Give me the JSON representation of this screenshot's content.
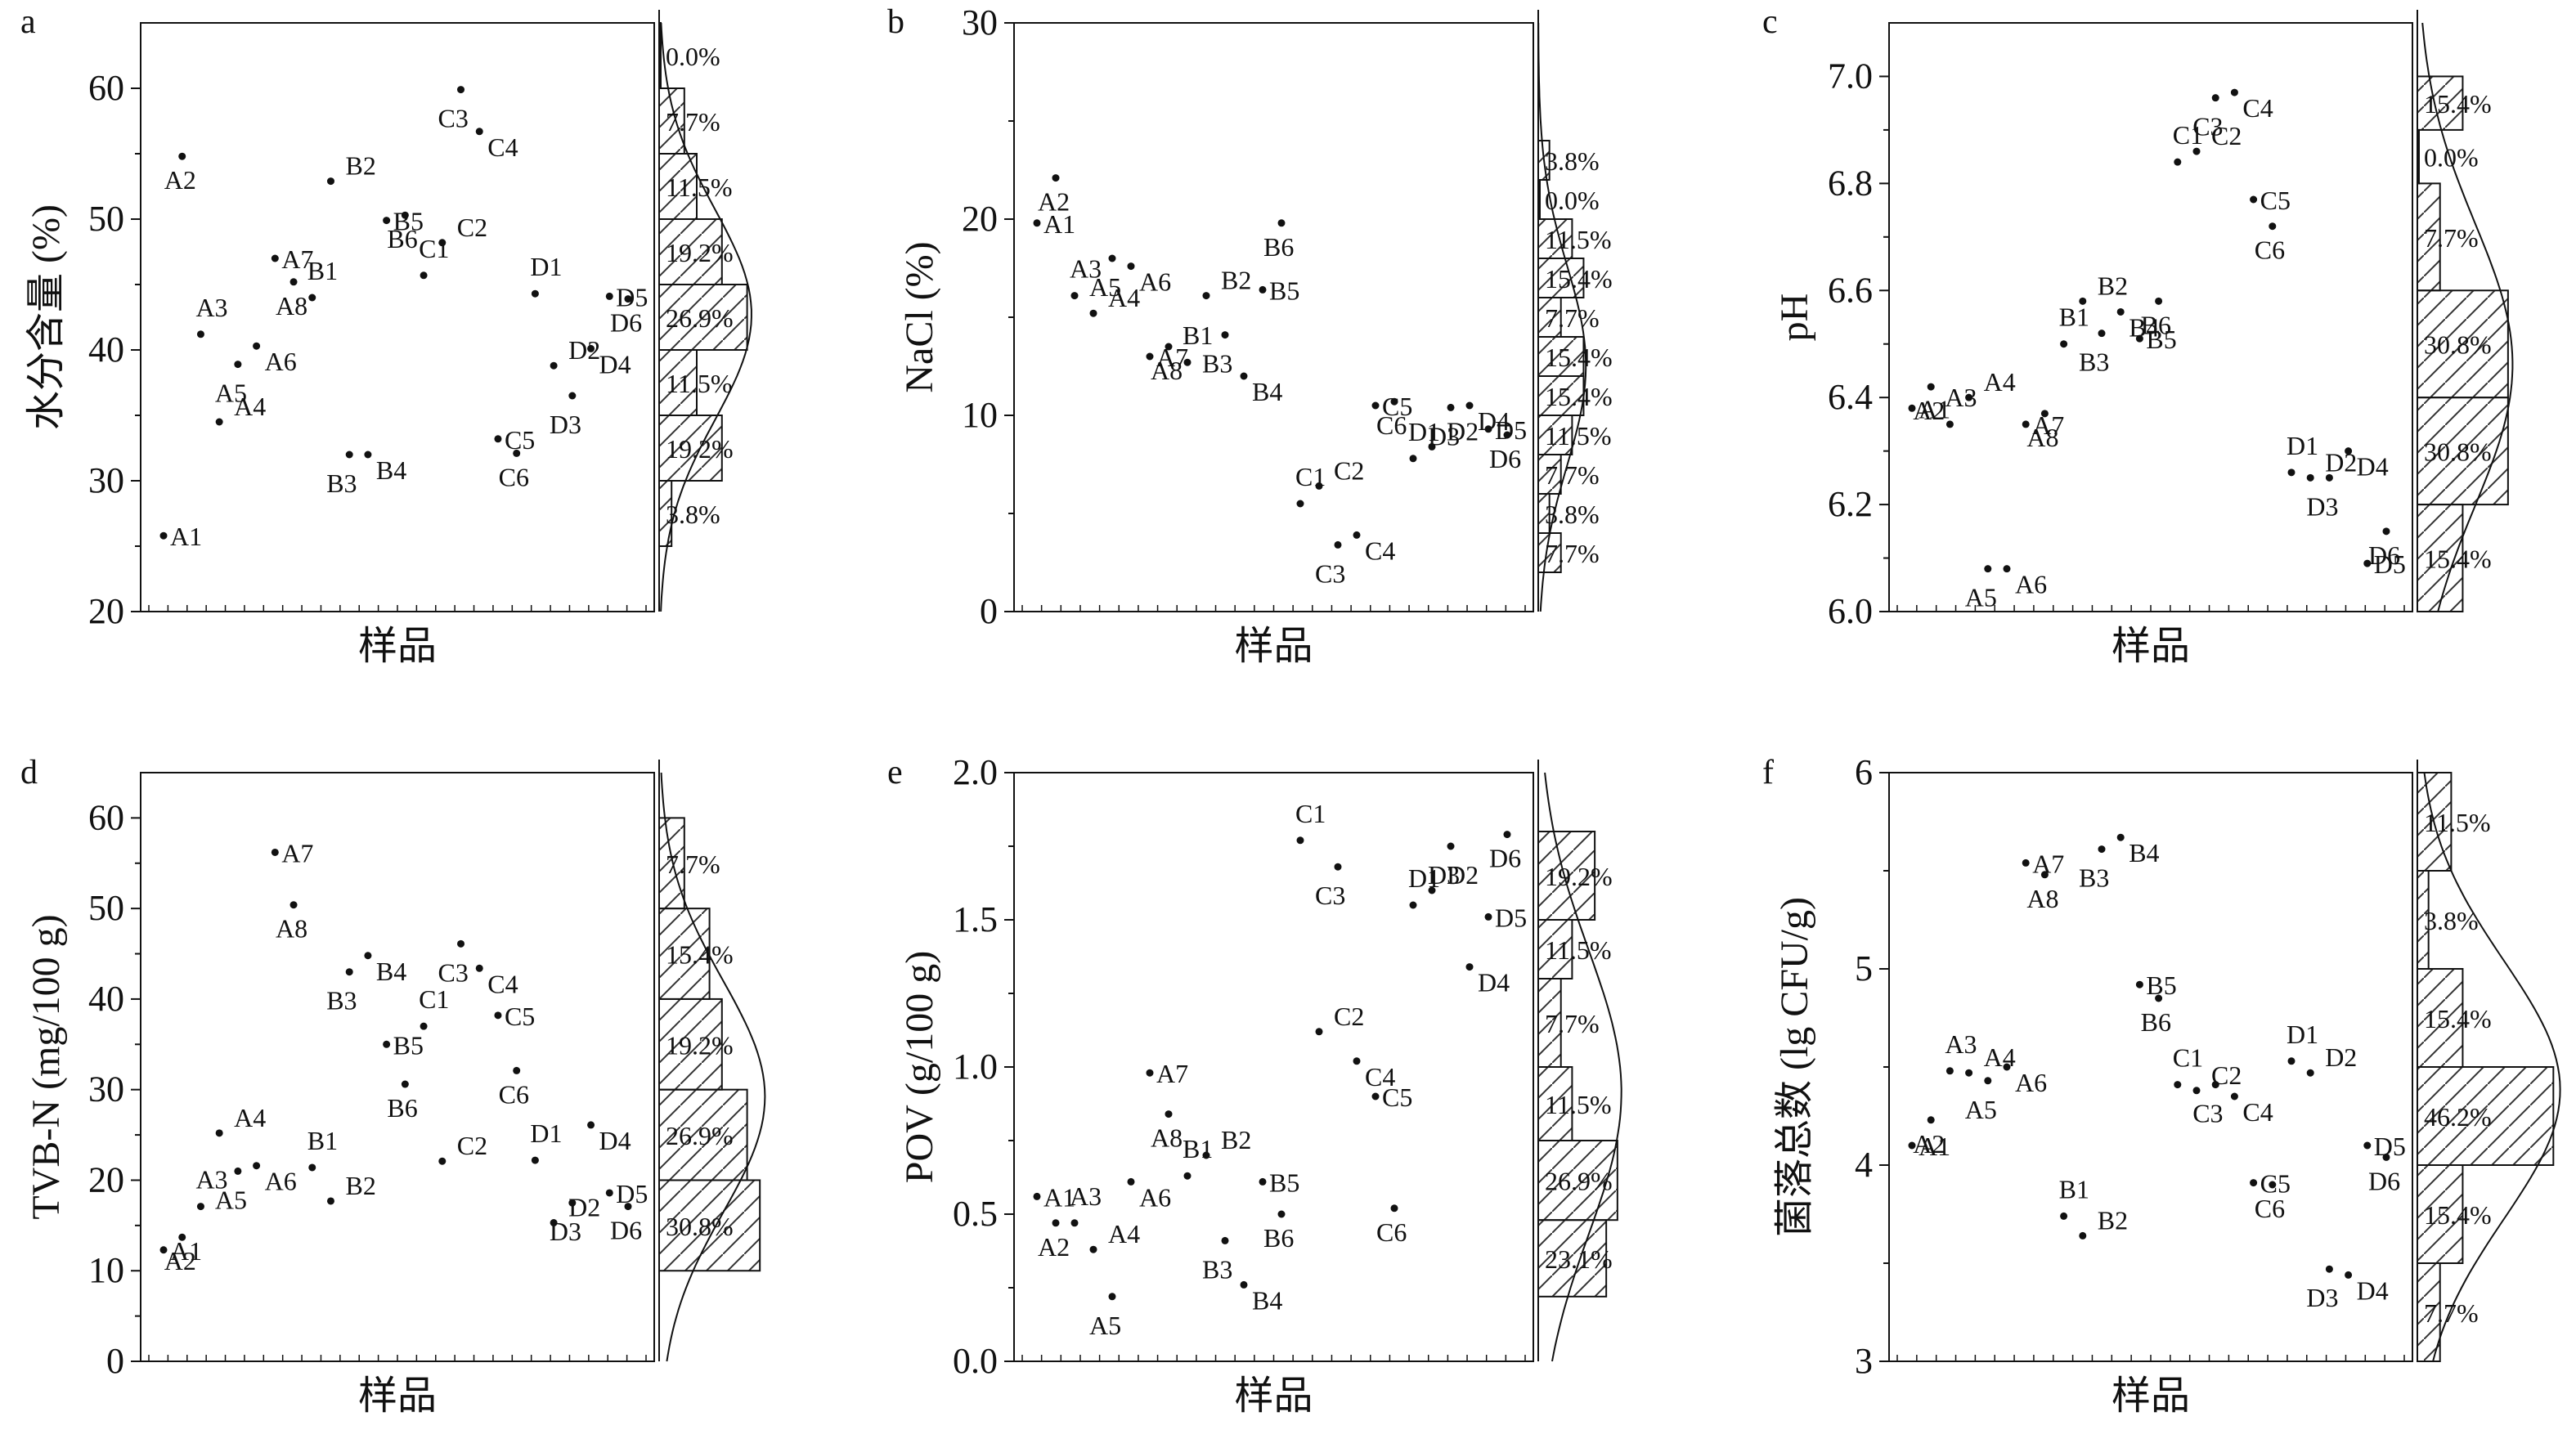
{
  "hatch_color": "#333333",
  "ink_color": "#111111",
  "chart_data": [
    {
      "type": "scatter",
      "panel_letter": "a",
      "xlabel": "样品",
      "ylabel": "水分含量 (%)",
      "ylim": [
        20,
        65
      ],
      "yticks": [
        "20",
        "30",
        "40",
        "50",
        "60"
      ],
      "points": [
        {
          "label": "A1",
          "x": 1,
          "y": 25.8
        },
        {
          "label": "A2",
          "x": 2,
          "y": 54.8
        },
        {
          "label": "A3",
          "x": 3,
          "y": 41.2
        },
        {
          "label": "A4",
          "x": 4,
          "y": 34.5
        },
        {
          "label": "A5",
          "x": 5,
          "y": 38.9
        },
        {
          "label": "A6",
          "x": 6,
          "y": 40.3
        },
        {
          "label": "A7",
          "x": 7,
          "y": 47.0
        },
        {
          "label": "A8",
          "x": 8,
          "y": 45.2
        },
        {
          "label": "B1",
          "x": 9,
          "y": 44.0
        },
        {
          "label": "B2",
          "x": 10,
          "y": 52.9
        },
        {
          "label": "B3",
          "x": 11,
          "y": 32.0
        },
        {
          "label": "B4",
          "x": 12,
          "y": 32.0
        },
        {
          "label": "B5",
          "x": 13,
          "y": 49.9
        },
        {
          "label": "B6",
          "x": 14,
          "y": 50.3
        },
        {
          "label": "C1",
          "x": 15,
          "y": 45.7
        },
        {
          "label": "C2",
          "x": 16,
          "y": 48.2
        },
        {
          "label": "C3",
          "x": 17,
          "y": 59.9
        },
        {
          "label": "C4",
          "x": 18,
          "y": 56.7
        },
        {
          "label": "C5",
          "x": 19,
          "y": 33.2
        },
        {
          "label": "C6",
          "x": 20,
          "y": 32.1
        },
        {
          "label": "D1",
          "x": 21,
          "y": 44.3
        },
        {
          "label": "D2",
          "x": 22,
          "y": 38.8
        },
        {
          "label": "D3",
          "x": 23,
          "y": 36.5
        },
        {
          "label": "D4",
          "x": 24,
          "y": 40.1
        },
        {
          "label": "D5",
          "x": 25,
          "y": 44.1
        },
        {
          "label": "D6",
          "x": 26,
          "y": 43.9
        }
      ],
      "histogram": [
        {
          "range": [
            60,
            65
          ],
          "pct": "0.0%"
        },
        {
          "range": [
            55,
            60
          ],
          "pct": "7.7%"
        },
        {
          "range": [
            50,
            55
          ],
          "pct": "11.5%"
        },
        {
          "range": [
            45,
            50
          ],
          "pct": "19.2%"
        },
        {
          "range": [
            40,
            45
          ],
          "pct": "26.9%"
        },
        {
          "range": [
            35,
            40
          ],
          "pct": "11.5%"
        },
        {
          "range": [
            30,
            35
          ],
          "pct": "19.2%"
        },
        {
          "range": [
            25,
            30
          ],
          "pct": "3.8%"
        }
      ]
    },
    {
      "type": "scatter",
      "panel_letter": "b",
      "xlabel": "样品",
      "ylabel": "NaCl (%)",
      "ylim": [
        0,
        30
      ],
      "yticks": [
        "0",
        "10",
        "20",
        "30"
      ],
      "points": [
        {
          "label": "A1",
          "x": 1,
          "y": 19.8
        },
        {
          "label": "A2",
          "x": 2,
          "y": 22.1
        },
        {
          "label": "A3",
          "x": 3,
          "y": 16.1
        },
        {
          "label": "A4",
          "x": 4,
          "y": 15.2
        },
        {
          "label": "A5",
          "x": 5,
          "y": 18.0
        },
        {
          "label": "A6",
          "x": 6,
          "y": 17.6
        },
        {
          "label": "A7",
          "x": 7,
          "y": 13.0
        },
        {
          "label": "A8",
          "x": 8,
          "y": 13.5
        },
        {
          "label": "B1",
          "x": 9,
          "y": 12.7
        },
        {
          "label": "B2",
          "x": 10,
          "y": 16.1
        },
        {
          "label": "B3",
          "x": 11,
          "y": 14.1
        },
        {
          "label": "B4",
          "x": 12,
          "y": 12.0
        },
        {
          "label": "B5",
          "x": 13,
          "y": 16.4
        },
        {
          "label": "B6",
          "x": 14,
          "y": 19.8
        },
        {
          "label": "C1",
          "x": 15,
          "y": 5.5
        },
        {
          "label": "C2",
          "x": 16,
          "y": 6.4
        },
        {
          "label": "C3",
          "x": 17,
          "y": 3.4
        },
        {
          "label": "C4",
          "x": 18,
          "y": 3.9
        },
        {
          "label": "C5",
          "x": 19,
          "y": 10.5
        },
        {
          "label": "C6",
          "x": 20,
          "y": 10.7
        },
        {
          "label": "D1",
          "x": 21,
          "y": 7.8
        },
        {
          "label": "D2",
          "x": 22,
          "y": 8.4
        },
        {
          "label": "D3",
          "x": 23,
          "y": 10.4
        },
        {
          "label": "D4",
          "x": 24,
          "y": 10.5
        },
        {
          "label": "D5",
          "x": 25,
          "y": 9.3
        },
        {
          "label": "D6",
          "x": 26,
          "y": 9.0
        }
      ],
      "histogram": [
        {
          "range": [
            22,
            24
          ],
          "pct": "3.8%"
        },
        {
          "range": [
            20,
            22
          ],
          "pct": "0.0%"
        },
        {
          "range": [
            18,
            20
          ],
          "pct": "11.5%"
        },
        {
          "range": [
            16,
            18
          ],
          "pct": "15.4%"
        },
        {
          "range": [
            14,
            16
          ],
          "pct": "7.7%"
        },
        {
          "range": [
            12,
            14
          ],
          "pct": "15.4%"
        },
        {
          "range": [
            10,
            12
          ],
          "pct": "15.4%"
        },
        {
          "range": [
            8,
            10
          ],
          "pct": "11.5%"
        },
        {
          "range": [
            6,
            8
          ],
          "pct": "7.7%"
        },
        {
          "range": [
            4,
            6
          ],
          "pct": "3.8%"
        },
        {
          "range": [
            2,
            4
          ],
          "pct": "7.7%"
        }
      ]
    },
    {
      "type": "scatter",
      "panel_letter": "c",
      "xlabel": "样品",
      "ylabel": "pH",
      "ylim": [
        6.0,
        7.1
      ],
      "yticks": [
        "6.0",
        "6.2",
        "6.4",
        "6.6",
        "6.8",
        "7.0"
      ],
      "points": [
        {
          "label": "A1",
          "x": 1,
          "y": 6.38
        },
        {
          "label": "A2",
          "x": 2,
          "y": 6.42
        },
        {
          "label": "A3",
          "x": 3,
          "y": 6.35
        },
        {
          "label": "A4",
          "x": 4,
          "y": 6.4
        },
        {
          "label": "A5",
          "x": 5,
          "y": 6.08
        },
        {
          "label": "A6",
          "x": 6,
          "y": 6.08
        },
        {
          "label": "A7",
          "x": 7,
          "y": 6.35
        },
        {
          "label": "A8",
          "x": 8,
          "y": 6.37
        },
        {
          "label": "B1",
          "x": 9,
          "y": 6.5
        },
        {
          "label": "B2",
          "x": 10,
          "y": 6.58
        },
        {
          "label": "B3",
          "x": 11,
          "y": 6.52
        },
        {
          "label": "B4",
          "x": 12,
          "y": 6.56
        },
        {
          "label": "B5",
          "x": 13,
          "y": 6.51
        },
        {
          "label": "B6",
          "x": 14,
          "y": 6.58
        },
        {
          "label": "C1",
          "x": 15,
          "y": 6.84
        },
        {
          "label": "C2",
          "x": 16,
          "y": 6.86
        },
        {
          "label": "C3",
          "x": 17,
          "y": 6.96
        },
        {
          "label": "C4",
          "x": 18,
          "y": 6.97
        },
        {
          "label": "C5",
          "x": 19,
          "y": 6.77
        },
        {
          "label": "C6",
          "x": 20,
          "y": 6.72
        },
        {
          "label": "D1",
          "x": 21,
          "y": 6.26
        },
        {
          "label": "D2",
          "x": 22,
          "y": 6.25
        },
        {
          "label": "D3",
          "x": 23,
          "y": 6.25
        },
        {
          "label": "D4",
          "x": 24,
          "y": 6.3
        },
        {
          "label": "D5",
          "x": 25,
          "y": 6.09
        },
        {
          "label": "D6",
          "x": 26,
          "y": 6.15
        }
      ],
      "histogram": [
        {
          "range": [
            6.9,
            7.0
          ],
          "pct": "15.4%"
        },
        {
          "range": [
            6.8,
            6.9
          ],
          "pct": "0.0%"
        },
        {
          "range": [
            6.6,
            6.8
          ],
          "pct": "7.7%"
        },
        {
          "range": [
            6.4,
            6.6
          ],
          "pct": "30.8%"
        },
        {
          "range": [
            6.2,
            6.4
          ],
          "pct": "30.8%"
        },
        {
          "range": [
            6.0,
            6.2
          ],
          "pct": "15.4%"
        }
      ]
    },
    {
      "type": "scatter",
      "panel_letter": "d",
      "xlabel": "样品",
      "ylabel": "TVB-N (mg/100 g)",
      "ylim": [
        0,
        65
      ],
      "yticks": [
        "0",
        "10",
        "20",
        "30",
        "40",
        "50",
        "60"
      ],
      "points": [
        {
          "label": "A1",
          "x": 1,
          "y": 12.3
        },
        {
          "label": "A2",
          "x": 2,
          "y": 13.7
        },
        {
          "label": "A3",
          "x": 3,
          "y": 17.1
        },
        {
          "label": "A4",
          "x": 4,
          "y": 25.2
        },
        {
          "label": "A5",
          "x": 5,
          "y": 21.0
        },
        {
          "label": "A6",
          "x": 6,
          "y": 21.6
        },
        {
          "label": "A7",
          "x": 7,
          "y": 56.2
        },
        {
          "label": "A8",
          "x": 8,
          "y": 50.4
        },
        {
          "label": "B1",
          "x": 9,
          "y": 21.4
        },
        {
          "label": "B2",
          "x": 10,
          "y": 17.7
        },
        {
          "label": "B3",
          "x": 11,
          "y": 43.0
        },
        {
          "label": "B4",
          "x": 12,
          "y": 44.8
        },
        {
          "label": "B5",
          "x": 13,
          "y": 35.0
        },
        {
          "label": "B6",
          "x": 14,
          "y": 30.6
        },
        {
          "label": "C1",
          "x": 15,
          "y": 37.0
        },
        {
          "label": "C2",
          "x": 16,
          "y": 22.1
        },
        {
          "label": "C3",
          "x": 17,
          "y": 46.1
        },
        {
          "label": "C4",
          "x": 18,
          "y": 43.4
        },
        {
          "label": "C5",
          "x": 19,
          "y": 38.2
        },
        {
          "label": "C6",
          "x": 20,
          "y": 32.1
        },
        {
          "label": "D1",
          "x": 21,
          "y": 22.2
        },
        {
          "label": "D2",
          "x": 22,
          "y": 15.3
        },
        {
          "label": "D3",
          "x": 23,
          "y": 17.5
        },
        {
          "label": "D4",
          "x": 24,
          "y": 26.1
        },
        {
          "label": "D5",
          "x": 25,
          "y": 18.6
        },
        {
          "label": "D6",
          "x": 26,
          "y": 17.1
        }
      ],
      "histogram": [
        {
          "range": [
            50,
            60
          ],
          "pct": "7.7%"
        },
        {
          "range": [
            40,
            50
          ],
          "pct": "15.4%"
        },
        {
          "range": [
            30,
            40
          ],
          "pct": "19.2%"
        },
        {
          "range": [
            20,
            30
          ],
          "pct": "26.9%"
        },
        {
          "range": [
            10,
            20
          ],
          "pct": "30.8%"
        }
      ]
    },
    {
      "type": "scatter",
      "panel_letter": "e",
      "xlabel": "样品",
      "ylabel": "POV (g/100 g)",
      "ylim": [
        0,
        2.0
      ],
      "yticks": [
        "0.0",
        "0.5",
        "1.0",
        "1.5",
        "2.0"
      ],
      "points": [
        {
          "label": "A1",
          "x": 1,
          "y": 0.56
        },
        {
          "label": "A2",
          "x": 2,
          "y": 0.47
        },
        {
          "label": "A3",
          "x": 3,
          "y": 0.47
        },
        {
          "label": "A4",
          "x": 4,
          "y": 0.38
        },
        {
          "label": "A5",
          "x": 5,
          "y": 0.22
        },
        {
          "label": "A6",
          "x": 6,
          "y": 0.61
        },
        {
          "label": "A7",
          "x": 7,
          "y": 0.98
        },
        {
          "label": "A8",
          "x": 8,
          "y": 0.84
        },
        {
          "label": "B1",
          "x": 9,
          "y": 0.63
        },
        {
          "label": "B2",
          "x": 10,
          "y": 0.7
        },
        {
          "label": "B3",
          "x": 11,
          "y": 0.41
        },
        {
          "label": "B4",
          "x": 12,
          "y": 0.26
        },
        {
          "label": "B5",
          "x": 13,
          "y": 0.61
        },
        {
          "label": "B6",
          "x": 14,
          "y": 0.5
        },
        {
          "label": "C1",
          "x": 15,
          "y": 1.77
        },
        {
          "label": "C2",
          "x": 16,
          "y": 1.12
        },
        {
          "label": "C3",
          "x": 17,
          "y": 1.68
        },
        {
          "label": "C4",
          "x": 18,
          "y": 1.02
        },
        {
          "label": "C5",
          "x": 19,
          "y": 0.9
        },
        {
          "label": "C6",
          "x": 20,
          "y": 0.52
        },
        {
          "label": "D1",
          "x": 21,
          "y": 1.55
        },
        {
          "label": "D2",
          "x": 22,
          "y": 1.6
        },
        {
          "label": "D3",
          "x": 23,
          "y": 1.75
        },
        {
          "label": "D4",
          "x": 24,
          "y": 1.34
        },
        {
          "label": "D5",
          "x": 25,
          "y": 1.51
        },
        {
          "label": "D6",
          "x": 26,
          "y": 1.79
        }
      ],
      "histogram": [
        {
          "range": [
            1.5,
            1.8
          ],
          "pct": "19.2%"
        },
        {
          "range": [
            1.3,
            1.5
          ],
          "pct": "11.5%"
        },
        {
          "range": [
            1.0,
            1.3
          ],
          "pct": "7.7%"
        },
        {
          "range": [
            0.75,
            1.0
          ],
          "pct": "11.5%"
        },
        {
          "range": [
            0.48,
            0.75
          ],
          "pct": "26.9%"
        },
        {
          "range": [
            0.22,
            0.48
          ],
          "pct": "23.1%"
        }
      ]
    },
    {
      "type": "scatter",
      "panel_letter": "f",
      "xlabel": "样品",
      "ylabel": "菌落总数 (lg CFU/g)",
      "ylim": [
        3,
        6
      ],
      "yticks": [
        "3",
        "4",
        "5",
        "6"
      ],
      "points": [
        {
          "label": "A1",
          "x": 1,
          "y": 4.1
        },
        {
          "label": "A2",
          "x": 2,
          "y": 4.23
        },
        {
          "label": "A3",
          "x": 3,
          "y": 4.48
        },
        {
          "label": "A4",
          "x": 4,
          "y": 4.47
        },
        {
          "label": "A5",
          "x": 5,
          "y": 4.43
        },
        {
          "label": "A6",
          "x": 6,
          "y": 4.5
        },
        {
          "label": "A7",
          "x": 7,
          "y": 5.54
        },
        {
          "label": "A8",
          "x": 8,
          "y": 5.48
        },
        {
          "label": "B1",
          "x": 9,
          "y": 3.74
        },
        {
          "label": "B2",
          "x": 10,
          "y": 3.64
        },
        {
          "label": "B3",
          "x": 11,
          "y": 5.61
        },
        {
          "label": "B4",
          "x": 12,
          "y": 5.67
        },
        {
          "label": "B5",
          "x": 13,
          "y": 4.92
        },
        {
          "label": "B6",
          "x": 14,
          "y": 4.85
        },
        {
          "label": "C1",
          "x": 15,
          "y": 4.41
        },
        {
          "label": "C2",
          "x": 16,
          "y": 4.38
        },
        {
          "label": "C3",
          "x": 17,
          "y": 4.41
        },
        {
          "label": "C4",
          "x": 18,
          "y": 4.35
        },
        {
          "label": "C5",
          "x": 19,
          "y": 3.91
        },
        {
          "label": "C6",
          "x": 20,
          "y": 3.9
        },
        {
          "label": "D1",
          "x": 21,
          "y": 4.53
        },
        {
          "label": "D2",
          "x": 22,
          "y": 4.47
        },
        {
          "label": "D3",
          "x": 23,
          "y": 3.47
        },
        {
          "label": "D4",
          "x": 24,
          "y": 3.44
        },
        {
          "label": "D5",
          "x": 25,
          "y": 4.1
        },
        {
          "label": "D6",
          "x": 26,
          "y": 4.04
        }
      ],
      "histogram": [
        {
          "range": [
            5.5,
            6.0
          ],
          "pct": "11.5%"
        },
        {
          "range": [
            5.0,
            5.5
          ],
          "pct": "3.8%"
        },
        {
          "range": [
            4.5,
            5.0
          ],
          "pct": "15.4%"
        },
        {
          "range": [
            4.0,
            4.5
          ],
          "pct": "46.2%"
        },
        {
          "range": [
            3.5,
            4.0
          ],
          "pct": "15.4%"
        },
        {
          "range": [
            3.0,
            3.5
          ],
          "pct": "7.7%"
        }
      ]
    }
  ]
}
